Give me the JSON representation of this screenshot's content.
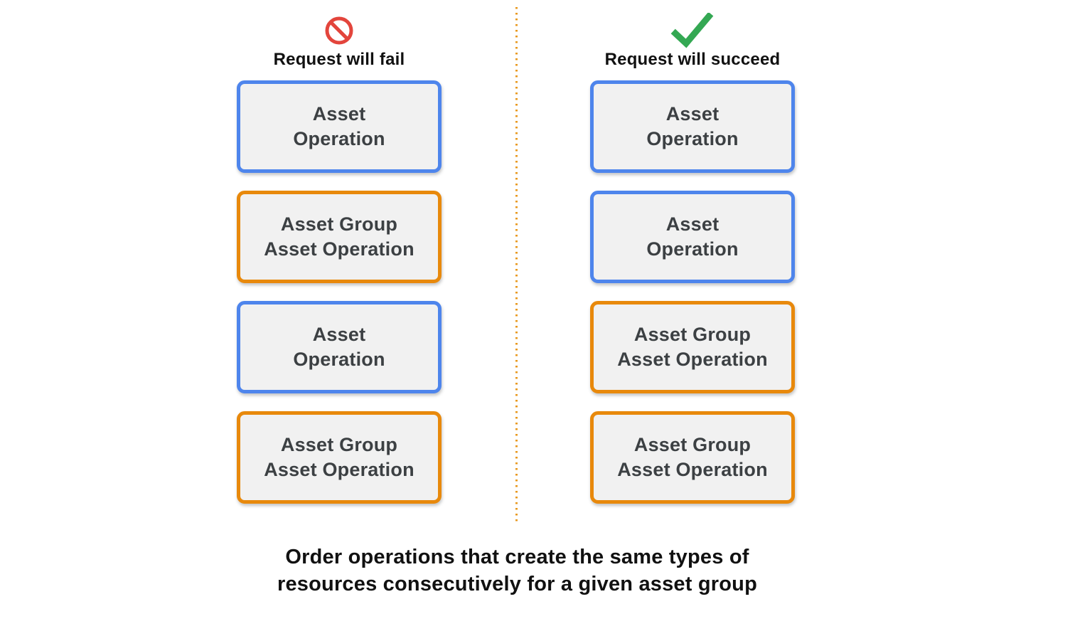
{
  "colors": {
    "blue_border": "#4e85ec",
    "orange_border": "#e8890c",
    "green_check": "#34a853",
    "red_prohibition": "#e3453c",
    "box_background": "#f1f1f1",
    "box_text": "#3c4043",
    "divider_dots": "#e8991f"
  },
  "fail": {
    "header": "Request will fail",
    "icon": "prohibition-icon",
    "boxes": [
      {
        "label": "Asset\nOperation",
        "type": "asset-operation"
      },
      {
        "label": "Asset Group\nAsset Operation",
        "type": "asset-group-asset-operation"
      },
      {
        "label": "Asset\nOperation",
        "type": "asset-operation"
      },
      {
        "label": "Asset Group\nAsset Operation",
        "type": "asset-group-asset-operation"
      }
    ]
  },
  "succeed": {
    "header": "Request will succeed",
    "icon": "checkmark-icon",
    "boxes": [
      {
        "label": "Asset\nOperation",
        "type": "asset-operation"
      },
      {
        "label": "Asset\nOperation",
        "type": "asset-operation"
      },
      {
        "label": "Asset Group\nAsset Operation",
        "type": "asset-group-asset-operation"
      },
      {
        "label": "Asset Group\nAsset Operation",
        "type": "asset-group-asset-operation"
      }
    ]
  },
  "caption": "Order operations that create the same types of\nresources consecutively for a given asset group"
}
